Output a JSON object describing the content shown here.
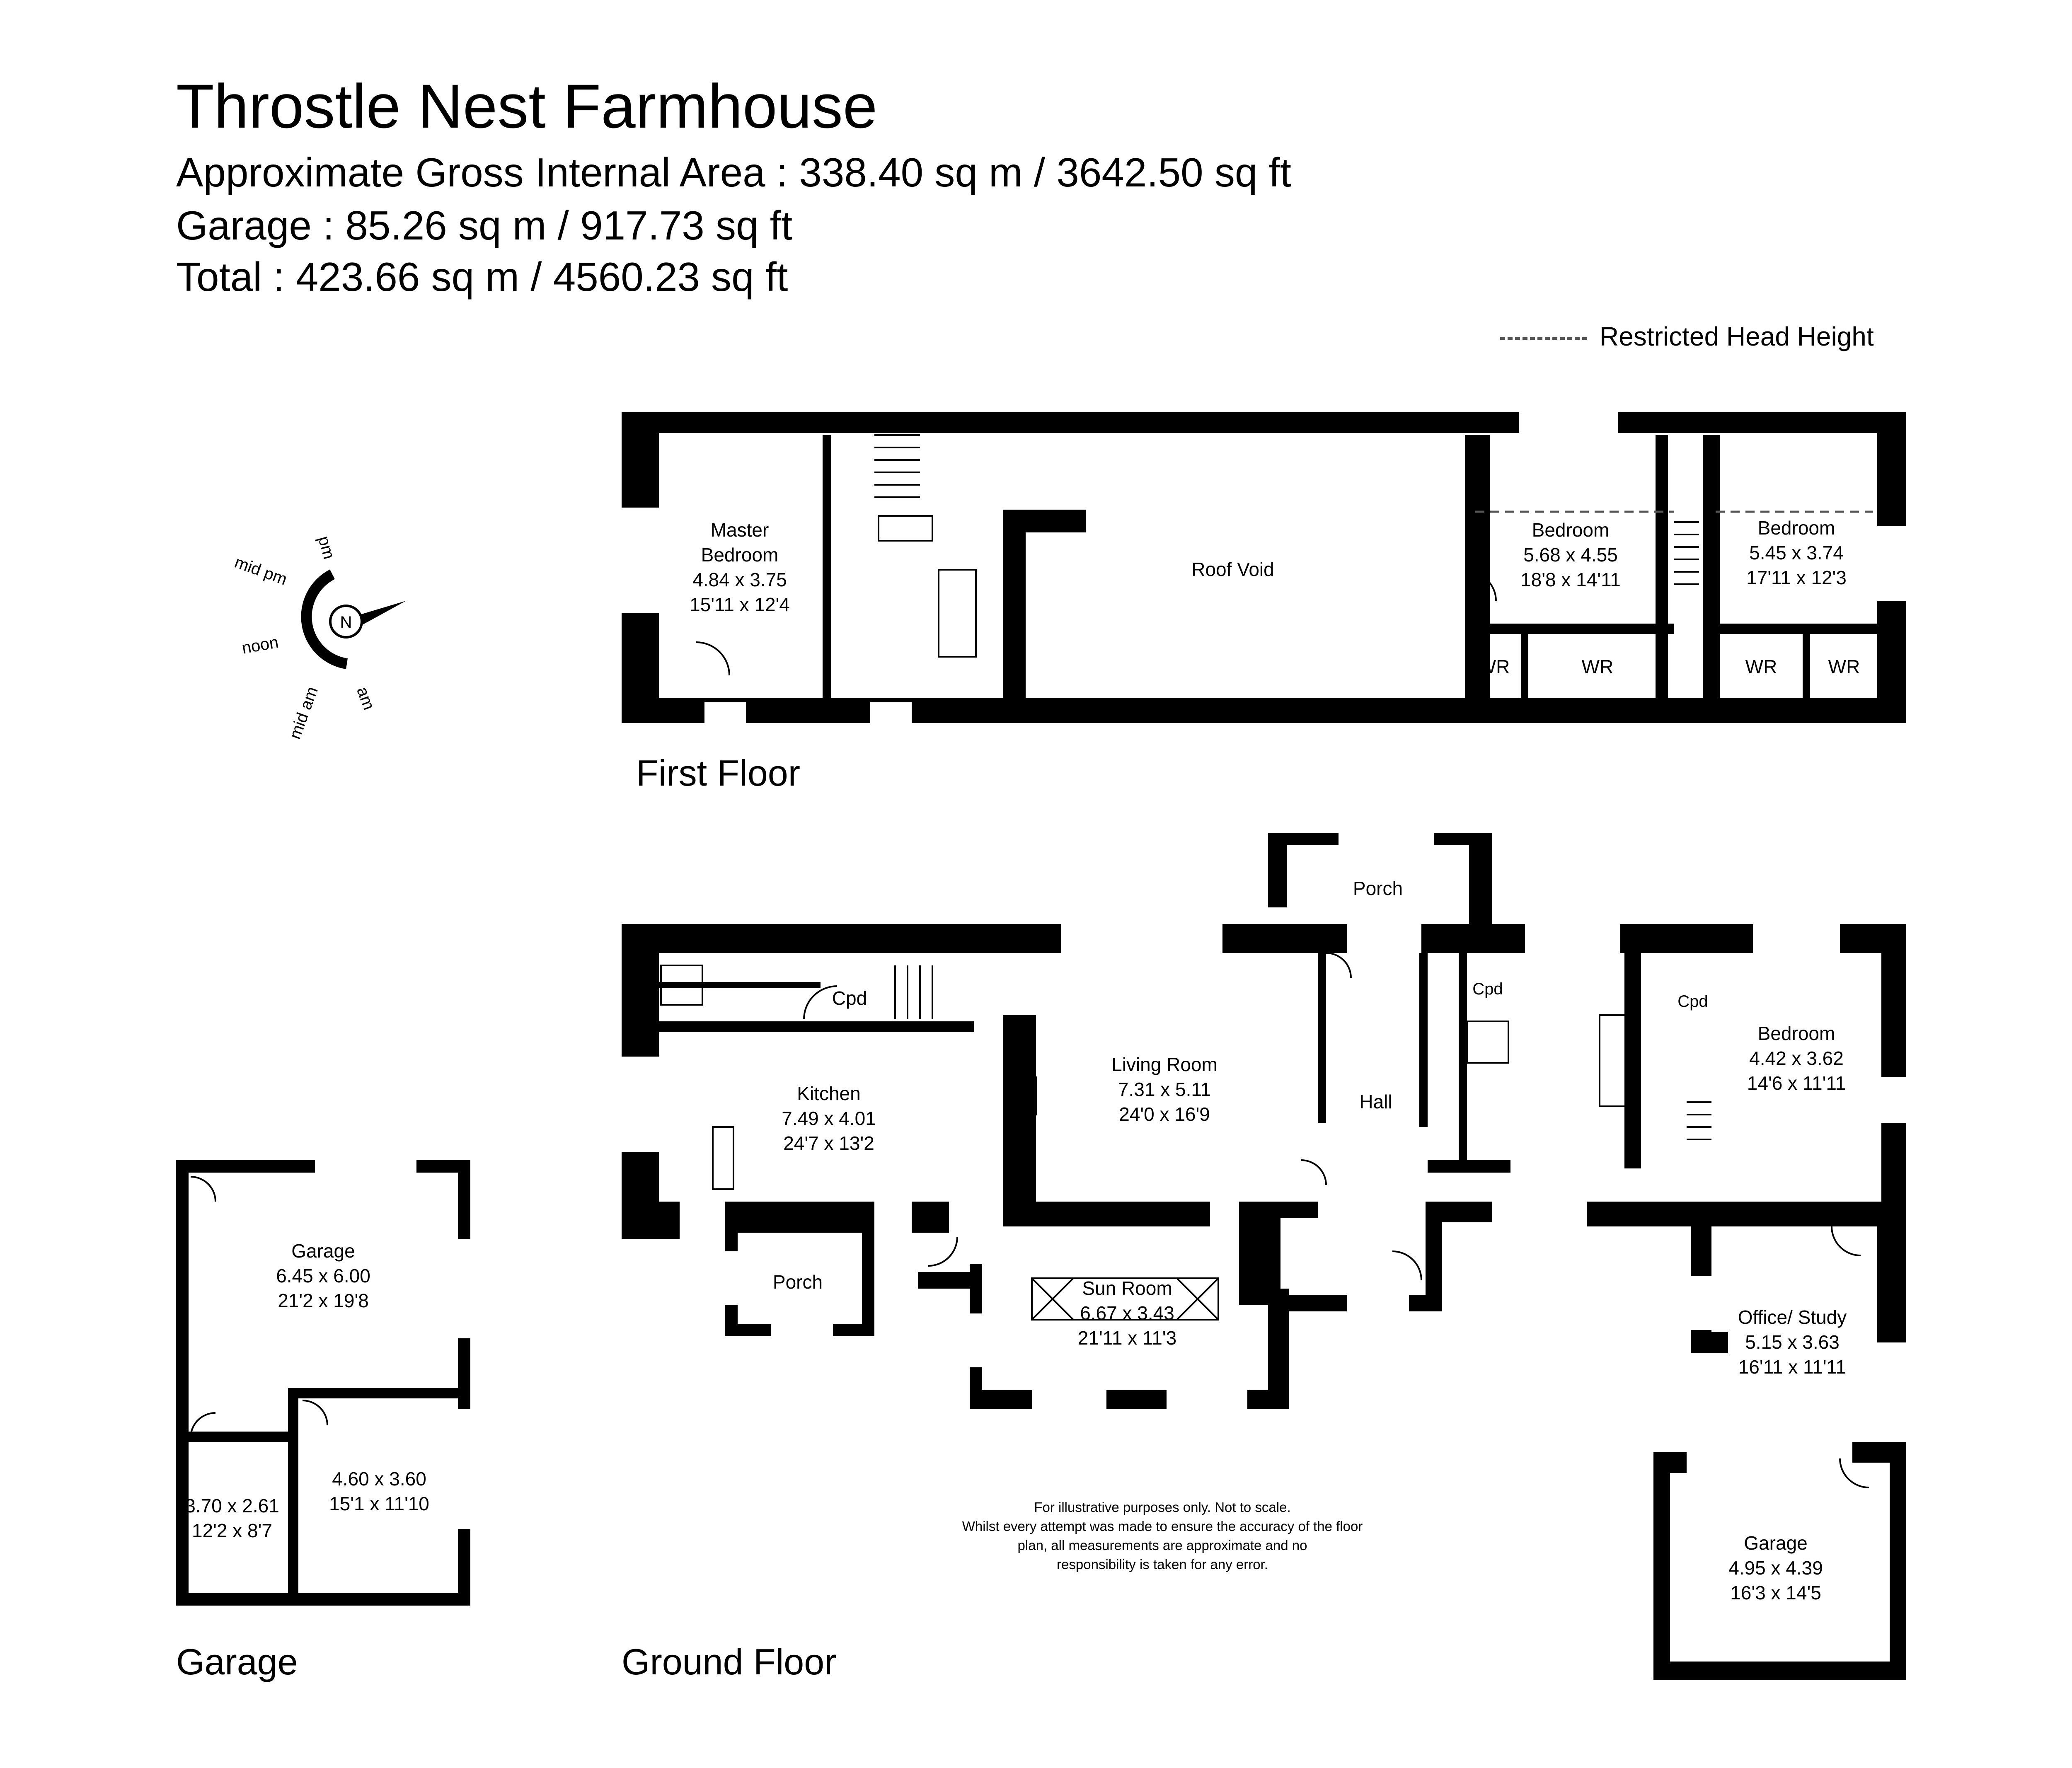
{
  "header": {
    "title": "Throstle Nest Farmhouse",
    "lines": [
      "Approximate Gross Internal Area : 338.40 sq m / 3642.50 sq ft",
      "Garage : 85.26 sq m / 917.73 sq ft",
      "Total : 423.66 sq m / 4560.23 sq ft"
    ]
  },
  "legend": {
    "label": "Restricted Head Height"
  },
  "compass": {
    "labels": [
      "pm",
      "mid pm",
      "noon",
      "mid am",
      "am"
    ],
    "north": "N"
  },
  "floors": {
    "first": "First Floor",
    "ground": "Ground Floor",
    "garage": "Garage"
  },
  "rooms": {
    "master_bedroom": [
      "Master",
      "Bedroom",
      "4.84 x 3.75",
      "15'11 x 12'4"
    ],
    "roof_void": [
      "Roof Void"
    ],
    "bedroom_ff1": [
      "Bedroom",
      "5.68 x 4.55",
      "18'8 x 14'11"
    ],
    "bedroom_ff2": [
      "Bedroom",
      "5.45 x 3.74",
      "17'11 x 12'3"
    ],
    "wr1": [
      "WR"
    ],
    "wr2": [
      "WR"
    ],
    "wr3": [
      "WR"
    ],
    "wr4": [
      "WR"
    ],
    "porch_top": [
      "Porch"
    ],
    "cpd_kitchen": [
      "Cpd"
    ],
    "kitchen": [
      "Kitchen",
      "7.49 x 4.01",
      "24'7 x 13'2"
    ],
    "living_room": [
      "Living Room",
      "7.31 x 5.11",
      "24'0 x 16'9"
    ],
    "hall": [
      "Hall"
    ],
    "cpd_bath": [
      "Cpd"
    ],
    "cpd_bed": [
      "Cpd"
    ],
    "bedroom_gf": [
      "Bedroom",
      "4.42 x 3.62",
      "14'6 x 11'11"
    ],
    "porch_left": [
      "Porch"
    ],
    "sun_room": [
      "Sun Room",
      "6.67 x 3.43",
      "21'11 x 11'3"
    ],
    "office": [
      "Office/ Study",
      "5.15 x 3.63",
      "16'11 x 11'11"
    ],
    "garage_right": [
      "Garage",
      "4.95 x 4.39",
      "16'3 x 14'5"
    ],
    "garage_main": [
      "Garage",
      "6.45 x 6.00",
      "21'2 x 19'8"
    ],
    "garage_small": [
      "3.70 x 2.61",
      "12'2 x 8'7"
    ],
    "garage_mid": [
      "4.60 x 3.60",
      "15'1 x 11'10"
    ]
  },
  "disclaimer": [
    "For illustrative purposes only. Not to scale.",
    "Whilst every attempt was made to ensure the accuracy of the floor",
    "plan, all measurements are approximate and no",
    "responsibility is taken for any error."
  ]
}
